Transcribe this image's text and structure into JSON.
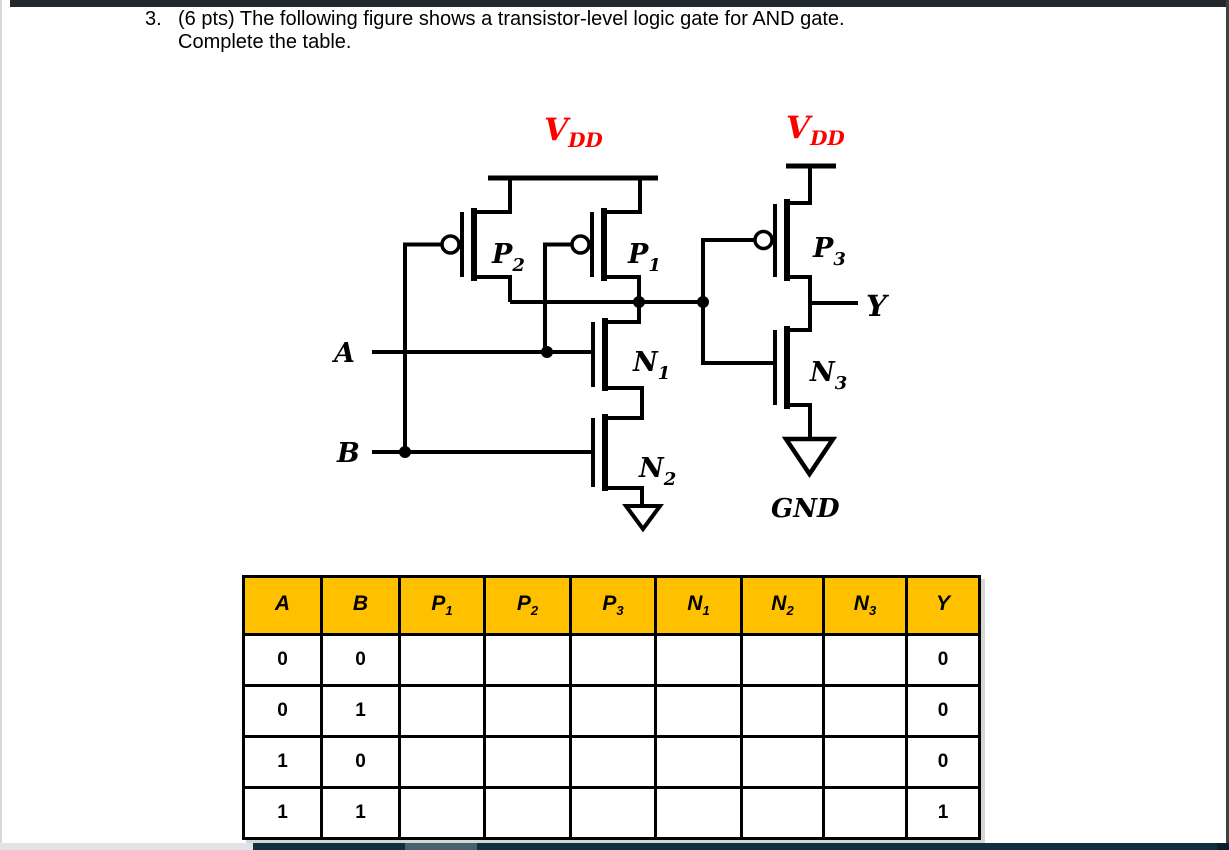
{
  "question": {
    "number": "3.",
    "line1": "(6 pts) The following figure shows a transistor-level logic gate for AND gate.",
    "line2": "Complete the table."
  },
  "circuit": {
    "vdd1": {
      "main": "V",
      "sub": "DD"
    },
    "vdd2": {
      "main": "V",
      "sub": "DD"
    },
    "input_a": "A",
    "input_b": "B",
    "output_y": "Y",
    "gnd": "GND",
    "p1": {
      "main": "P",
      "sub": "1"
    },
    "p2": {
      "main": "P",
      "sub": "2"
    },
    "p3": {
      "main": "P",
      "sub": "3"
    },
    "n1": {
      "main": "N",
      "sub": "1"
    },
    "n2": {
      "main": "N",
      "sub": "2"
    },
    "n3": {
      "main": "N",
      "sub": "3"
    },
    "colors": {
      "vdd_label": "#ff0000",
      "wire": "#000000"
    }
  },
  "table": {
    "header_bg": "#FFC000",
    "header": [
      {
        "main": "A",
        "sub": ""
      },
      {
        "main": "B",
        "sub": ""
      },
      {
        "main": "P",
        "sub": "1"
      },
      {
        "main": "P",
        "sub": "2"
      },
      {
        "main": "P",
        "sub": "3"
      },
      {
        "main": "N",
        "sub": "1"
      },
      {
        "main": "N",
        "sub": "2"
      },
      {
        "main": "N",
        "sub": "3"
      },
      {
        "main": "Y",
        "sub": ""
      }
    ],
    "rows": [
      [
        "0",
        "0",
        "",
        "",
        "",
        "",
        "",
        "",
        "0"
      ],
      [
        "0",
        "1",
        "",
        "",
        "",
        "",
        "",
        "",
        "0"
      ],
      [
        "1",
        "0",
        "",
        "",
        "",
        "",
        "",
        "",
        "0"
      ],
      [
        "1",
        "1",
        "",
        "",
        "",
        "",
        "",
        "",
        "1"
      ]
    ]
  }
}
